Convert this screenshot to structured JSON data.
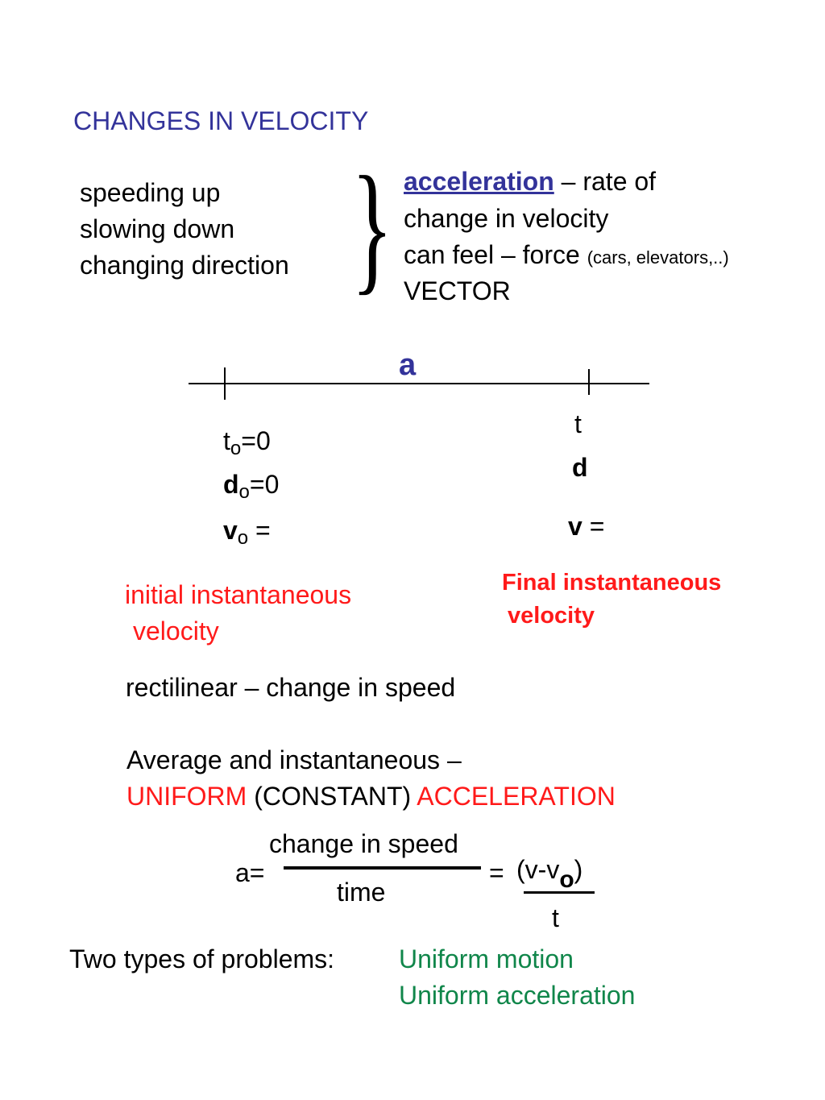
{
  "title": "CHANGES IN VELOCITY",
  "changes": [
    "speeding up",
    "slowing down",
    "changing direction"
  ],
  "brace": "}",
  "definition": {
    "term": "acceleration",
    "term_rest": " – rate of",
    "line2": "change in velocity",
    "line3": "can feel – force ",
    "line3_small": "(cars, elevators,..)",
    "line4": "VECTOR"
  },
  "timeline": {
    "label": "a",
    "start": {
      "t_sym": "t",
      "t_sub": "o",
      "t_val": "=0",
      "d_sym": "d",
      "d_sub": "o",
      "d_val": "=0",
      "v_sym": "v",
      "v_sub": "o",
      "v_val": " ="
    },
    "end": {
      "t": "t",
      "d": "d",
      "v_sym": "v",
      "v_val": " ="
    }
  },
  "initial_label": [
    "initial instantaneous",
    "velocity"
  ],
  "final_label": [
    "Final instantaneous",
    "velocity"
  ],
  "rectilinear": "rectilinear – change in speed",
  "average_line": "Average and instantaneous –",
  "uniform": {
    "w1": "UNIFORM",
    "w2": " (CONSTANT) ",
    "w3": "ACCELERATION"
  },
  "formula": {
    "lhs": "a=",
    "numerator": "change in speed",
    "denominator": "time",
    "eq": "=",
    "num2_pre": "(v-v",
    "num2_sub": "o",
    "num2_post": ")",
    "den2": "t"
  },
  "problems": {
    "label": "Two types of problems:",
    "types": [
      "Uniform motion",
      "Uniform acceleration"
    ]
  },
  "colors": {
    "title_blue": "#33339a",
    "red": "#ff1a1a",
    "green": "#10864a"
  }
}
